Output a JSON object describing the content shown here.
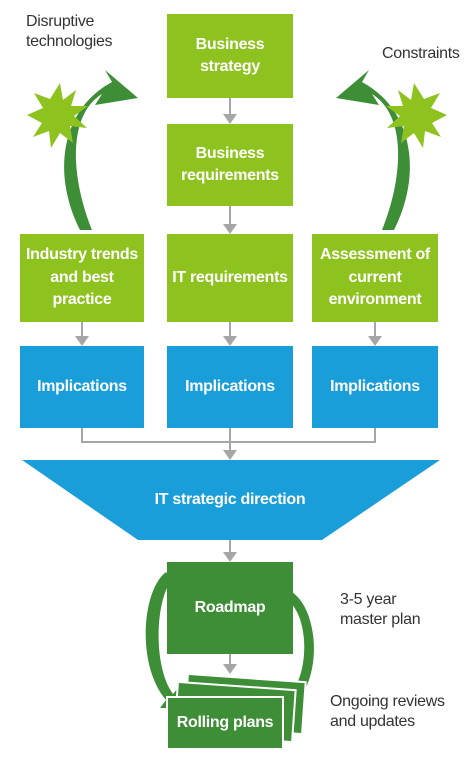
{
  "nodes": {
    "business_strategy": "Business\nstrategy",
    "business_requirements": "Business\nrequirements",
    "industry_trends": "Industry trends\nand best\npractice",
    "it_requirements": "IT requirements",
    "assessment": "Assessment of\ncurrent\nenvironment",
    "implications_left": "Implications",
    "implications_center": "Implications",
    "implications_right": "Implications",
    "it_direction": "IT strategic direction",
    "roadmap": "Roadmap",
    "rolling_plans": "Rolling plans"
  },
  "labels": {
    "disruptive": "Disruptive\ntechnologies",
    "constraints": "Constraints",
    "master_plan": "3-5 year\nmaster plan",
    "reviews": "Ongoing reviews\nand updates"
  },
  "colors": {
    "light_green": "#8dc21f",
    "dark_green": "#3e8e38",
    "blue": "#1a9ed9",
    "connector": "#a6a6a6"
  }
}
